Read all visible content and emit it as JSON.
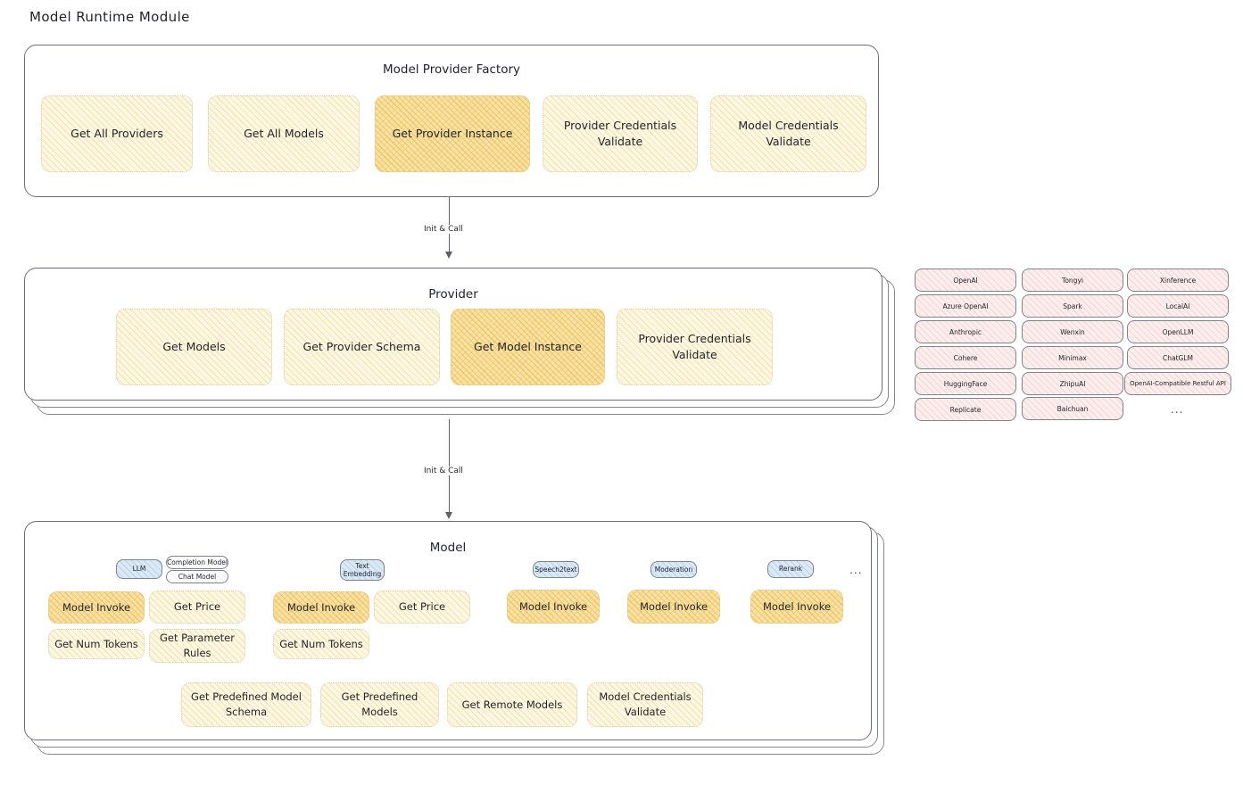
{
  "page": {
    "title": "Model Runtime Module"
  },
  "factory": {
    "title": "Model Provider Factory",
    "methods": [
      {
        "label": "Get All Providers",
        "highlight": false
      },
      {
        "label": "Get All Models",
        "highlight": false
      },
      {
        "label": "Get Provider Instance",
        "highlight": true
      },
      {
        "label": "Provider Credentials Validate",
        "highlight": false
      },
      {
        "label": "Model Credentials Validate",
        "highlight": false
      }
    ]
  },
  "arrows": [
    {
      "label": "Init & Call"
    },
    {
      "label": "Init & Call"
    }
  ],
  "provider": {
    "title": "Provider",
    "methods": [
      {
        "label": "Get Models",
        "highlight": false
      },
      {
        "label": "Get Provider Schema",
        "highlight": false
      },
      {
        "label": "Get Model Instance",
        "highlight": true
      },
      {
        "label": "Provider Credentials Validate",
        "highlight": false
      }
    ]
  },
  "provider_list": {
    "ellipsis": "...",
    "columns": [
      {
        "items": [
          "OpenAI",
          "Azure OpenAI",
          "Anthropic",
          "Cohere",
          "HuggingFace",
          "Replicate"
        ]
      },
      {
        "items": [
          "Tongyi",
          "Spark",
          "Wenxin",
          "Minimax",
          "ZhipuAI",
          "Baichuan"
        ]
      },
      {
        "items": [
          "Xinference",
          "LocalAI",
          "OpenLLM",
          "ChatGLM",
          "OpenAI-Compatible Restful API"
        ]
      }
    ]
  },
  "model": {
    "title": "Model",
    "ellipsis": "...",
    "types": [
      {
        "name": "LLM",
        "style": "blue",
        "sub_chips": [
          "Completion Model",
          "Chat Model"
        ],
        "methods": [
          {
            "label": "Model Invoke",
            "highlight": true
          },
          {
            "label": "Get Price",
            "highlight": false
          },
          {
            "label": "Get Num Tokens",
            "highlight": false
          },
          {
            "label": "Get Parameter Rules",
            "highlight": false
          }
        ]
      },
      {
        "name": "Text Embedding",
        "style": "blue",
        "sub_chips": [],
        "methods": [
          {
            "label": "Model Invoke",
            "highlight": true
          },
          {
            "label": "Get Price",
            "highlight": false
          },
          {
            "label": "Get Num Tokens",
            "highlight": false
          }
        ]
      },
      {
        "name": "Speech2text",
        "style": "blue",
        "sub_chips": [],
        "methods": [
          {
            "label": "Model Invoke",
            "highlight": true
          }
        ]
      },
      {
        "name": "Moderation",
        "style": "blue",
        "sub_chips": [],
        "methods": [
          {
            "label": "Model Invoke",
            "highlight": true
          }
        ]
      },
      {
        "name": "Rerank",
        "style": "blue",
        "sub_chips": [],
        "methods": [
          {
            "label": "Model Invoke",
            "highlight": true
          }
        ]
      }
    ],
    "common_methods": [
      {
        "label": "Get Predefined Model Schema"
      },
      {
        "label": "Get Predefined Models"
      },
      {
        "label": "Get Remote Models"
      },
      {
        "label": "Model Credentials Validate"
      }
    ]
  },
  "colors": {
    "fill_light": "#fdf7e4",
    "fill_strong": "#fae2a6",
    "chip_blue": "#dbe9f7",
    "chip_pink": "#fdeeee",
    "stroke": "#6b6e76"
  }
}
